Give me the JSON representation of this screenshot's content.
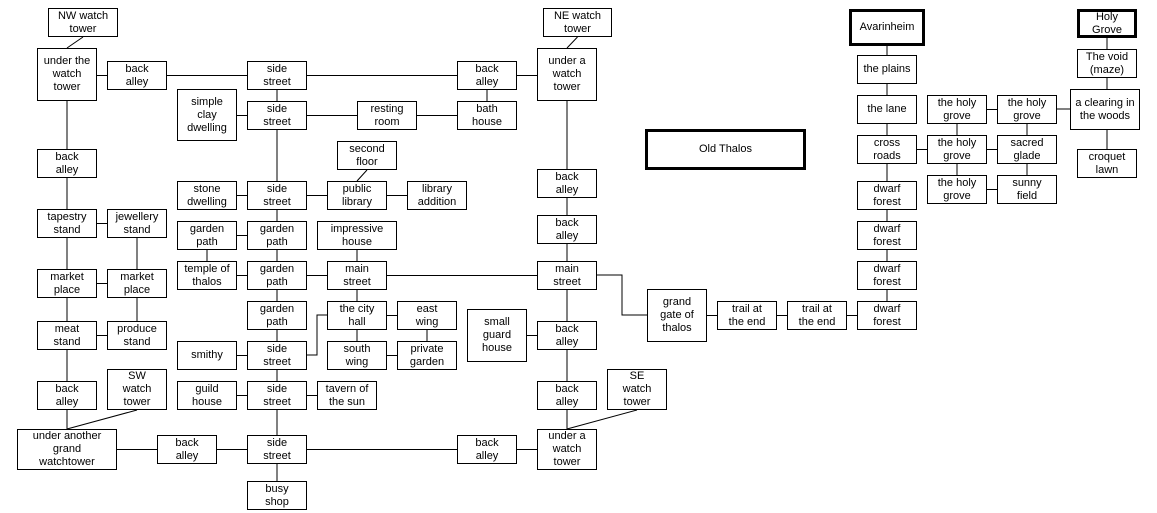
{
  "diagram": {
    "type": "map-room-graph",
    "areas": [
      "Old Thalos",
      "Avarinheim",
      "Holy Grove"
    ],
    "rooms": [
      {
        "id": "nw_tower",
        "label": "NW watch\ntower"
      },
      {
        "id": "under_nw",
        "label": "under the\nwatch\ntower"
      },
      {
        "id": "ba_top1",
        "label": "back\nalley"
      },
      {
        "id": "ss_top1",
        "label": "side\nstreet"
      },
      {
        "id": "ba_top2",
        "label": "back\nalley"
      },
      {
        "id": "under_ne",
        "label": "under a\nwatch\ntower"
      },
      {
        "id": "ne_tower",
        "label": "NE watch\ntower"
      },
      {
        "id": "clay",
        "label": "simple\nclay\ndwelling"
      },
      {
        "id": "ss2",
        "label": "side\nstreet"
      },
      {
        "id": "resting",
        "label": "resting\nroom"
      },
      {
        "id": "bath",
        "label": "bath\nhouse"
      },
      {
        "id": "second_floor",
        "label": "second\nfloor"
      },
      {
        "id": "ba_left1",
        "label": "back\nalley"
      },
      {
        "id": "stone",
        "label": "stone\ndwelling"
      },
      {
        "id": "ss3",
        "label": "side\nstreet"
      },
      {
        "id": "library",
        "label": "public\nlibrary"
      },
      {
        "id": "lib_add",
        "label": "library\naddition"
      },
      {
        "id": "ba_right1",
        "label": "back\nalley"
      },
      {
        "id": "ba_right2",
        "label": "back\nalley"
      },
      {
        "id": "tapestry",
        "label": "tapestry\nstand"
      },
      {
        "id": "jewellery",
        "label": "jewellery\nstand"
      },
      {
        "id": "gp_left",
        "label": "garden\npath"
      },
      {
        "id": "gp1",
        "label": "garden\npath"
      },
      {
        "id": "impressive",
        "label": "impressive\nhouse"
      },
      {
        "id": "temple",
        "label": "temple of\nthalos"
      },
      {
        "id": "gp2",
        "label": "garden\npath"
      },
      {
        "id": "main1",
        "label": "main\nstreet"
      },
      {
        "id": "main2",
        "label": "main\nstreet"
      },
      {
        "id": "market1",
        "label": "market\nplace"
      },
      {
        "id": "market2",
        "label": "market\nplace"
      },
      {
        "id": "gp3",
        "label": "garden\npath"
      },
      {
        "id": "cityhall",
        "label": "the city\nhall"
      },
      {
        "id": "eastwing",
        "label": "east\nwing"
      },
      {
        "id": "guardhouse",
        "label": "small\nguard\nhouse"
      },
      {
        "id": "ba_right3",
        "label": "back\nalley"
      },
      {
        "id": "gate",
        "label": "grand\ngate of\nthalos"
      },
      {
        "id": "trail1",
        "label": "trail at\nthe end"
      },
      {
        "id": "trail2",
        "label": "trail at\nthe end"
      },
      {
        "id": "meat",
        "label": "meat\nstand"
      },
      {
        "id": "produce",
        "label": "produce\nstand"
      },
      {
        "id": "smithy",
        "label": "smithy"
      },
      {
        "id": "ss4",
        "label": "side\nstreet"
      },
      {
        "id": "southwing",
        "label": "south\nwing"
      },
      {
        "id": "privgarden",
        "label": "private\ngarden"
      },
      {
        "id": "ba_left2",
        "label": "back\nalley"
      },
      {
        "id": "sw_tower",
        "label": "SW\nwatch\ntower"
      },
      {
        "id": "guild",
        "label": "guild\nhouse"
      },
      {
        "id": "ss5",
        "label": "side\nstreet"
      },
      {
        "id": "tavern",
        "label": "tavern of\nthe sun"
      },
      {
        "id": "ba_right4",
        "label": "back\nalley"
      },
      {
        "id": "se_tower",
        "label": "SE\nwatch\ntower"
      },
      {
        "id": "under_sw",
        "label": "under another\ngrand\nwatchtower"
      },
      {
        "id": "ba_bot1",
        "label": "back\nalley"
      },
      {
        "id": "ss_bot",
        "label": "side\nstreet"
      },
      {
        "id": "ba_bot2",
        "label": "back\nalley"
      },
      {
        "id": "under_se",
        "label": "under a\nwatch\ntower"
      },
      {
        "id": "busy",
        "label": "busy\nshop"
      },
      {
        "id": "old_thalos",
        "label": "Old Thalos"
      },
      {
        "id": "avarinheim",
        "label": "Avarinheim"
      },
      {
        "id": "plains",
        "label": "the plains"
      },
      {
        "id": "lane",
        "label": "the lane"
      },
      {
        "id": "crossroads",
        "label": "cross\nroads"
      },
      {
        "id": "df1",
        "label": "dwarf\nforest"
      },
      {
        "id": "df2",
        "label": "dwarf\nforest"
      },
      {
        "id": "df3",
        "label": "dwarf\nforest"
      },
      {
        "id": "df4",
        "label": "dwarf\nforest"
      },
      {
        "id": "hg1",
        "label": "the holy\ngrove"
      },
      {
        "id": "hg2",
        "label": "the holy\ngrove"
      },
      {
        "id": "hg3",
        "label": "the holy\ngrove"
      },
      {
        "id": "hg4",
        "label": "the holy\ngrove"
      },
      {
        "id": "sacred",
        "label": "sacred\nglade"
      },
      {
        "id": "sunny",
        "label": "sunny\nfield"
      },
      {
        "id": "holy_grove_area",
        "label": "Holy\nGrove"
      },
      {
        "id": "void",
        "label": "The void\n(maze)"
      },
      {
        "id": "clearing",
        "label": "a clearing in\nthe woods"
      },
      {
        "id": "croquet",
        "label": "croquet\nlawn"
      }
    ],
    "connections": [
      [
        "nw_tower",
        "under_nw"
      ],
      [
        "under_nw",
        "ba_top1"
      ],
      [
        "ba_top1",
        "ss_top1"
      ],
      [
        "ss_top1",
        "ba_top2"
      ],
      [
        "ba_top2",
        "under_ne"
      ],
      [
        "ne_tower",
        "under_ne"
      ],
      [
        "ss_top1",
        "ss2"
      ],
      [
        "clay",
        "ss2"
      ],
      [
        "ss2",
        "resting"
      ],
      [
        "resting",
        "bath"
      ],
      [
        "ba_top2",
        "bath"
      ],
      [
        "under_nw",
        "ba_left1"
      ],
      [
        "ss2",
        "ss3"
      ],
      [
        "stone",
        "ss3"
      ],
      [
        "ss3",
        "library"
      ],
      [
        "library",
        "lib_add"
      ],
      [
        "second_floor",
        "library"
      ],
      [
        "under_ne",
        "ba_right1"
      ],
      [
        "ba_right1",
        "ba_right2"
      ],
      [
        "ba_right2",
        "main2"
      ],
      [
        "ba_left1",
        "tapestry"
      ],
      [
        "tapestry",
        "jewellery"
      ],
      [
        "ss3",
        "gp1"
      ],
      [
        "gp_left",
        "gp1"
      ],
      [
        "gp_left",
        "temple"
      ],
      [
        "gp1",
        "gp2"
      ],
      [
        "temple",
        "gp2"
      ],
      [
        "gp2",
        "main1"
      ],
      [
        "impressive",
        "main1"
      ],
      [
        "main1",
        "main2"
      ],
      [
        "tapestry",
        "market1"
      ],
      [
        "jewellery",
        "market2"
      ],
      [
        "market1",
        "market2"
      ],
      [
        "gp2",
        "gp3"
      ],
      [
        "main1",
        "cityhall"
      ],
      [
        "cityhall",
        "eastwing"
      ],
      [
        "main2",
        "ba_right3"
      ],
      [
        "guardhouse",
        "ba_right3"
      ],
      [
        "main2",
        "gate"
      ],
      [
        "gate",
        "trail1"
      ],
      [
        "trail1",
        "trail2"
      ],
      [
        "trail2",
        "df4"
      ],
      [
        "market1",
        "meat"
      ],
      [
        "market2",
        "produce"
      ],
      [
        "meat",
        "produce"
      ],
      [
        "gp3",
        "ss4"
      ],
      [
        "smithy",
        "ss4"
      ],
      [
        "ss4",
        "cityhall"
      ],
      [
        "cityhall",
        "southwing"
      ],
      [
        "eastwing",
        "privgarden"
      ],
      [
        "southwing",
        "privgarden"
      ],
      [
        "meat",
        "ba_left2"
      ],
      [
        "ss4",
        "ss5"
      ],
      [
        "guild",
        "ss5"
      ],
      [
        "ss5",
        "tavern"
      ],
      [
        "ba_right3",
        "ba_right4"
      ],
      [
        "ba_left2",
        "under_sw"
      ],
      [
        "sw_tower",
        "under_sw"
      ],
      [
        "under_sw",
        "ba_bot1"
      ],
      [
        "ba_bot1",
        "ss_bot"
      ],
      [
        "ss5",
        "ss_bot"
      ],
      [
        "ss_bot",
        "ba_bot2"
      ],
      [
        "ba_bot2",
        "under_se"
      ],
      [
        "ba_right4",
        "under_se"
      ],
      [
        "se_tower",
        "under_se"
      ],
      [
        "ss_bot",
        "busy"
      ],
      [
        "avarinheim",
        "plains"
      ],
      [
        "plains",
        "lane"
      ],
      [
        "lane",
        "crossroads"
      ],
      [
        "crossroads",
        "df1"
      ],
      [
        "df1",
        "df2"
      ],
      [
        "df2",
        "df3"
      ],
      [
        "df3",
        "df4"
      ],
      [
        "crossroads",
        "hg2"
      ],
      [
        "hg1",
        "hg2"
      ],
      [
        "hg2",
        "hg3"
      ],
      [
        "hg1",
        "hg4"
      ],
      [
        "hg2",
        "sacred"
      ],
      [
        "hg4",
        "sacred"
      ],
      [
        "hg3",
        "sunny"
      ],
      [
        "sacred",
        "sunny"
      ],
      [
        "hg4",
        "clearing"
      ],
      [
        "holy_grove_area",
        "void"
      ],
      [
        "void",
        "clearing"
      ],
      [
        "clearing",
        "croquet"
      ]
    ]
  }
}
